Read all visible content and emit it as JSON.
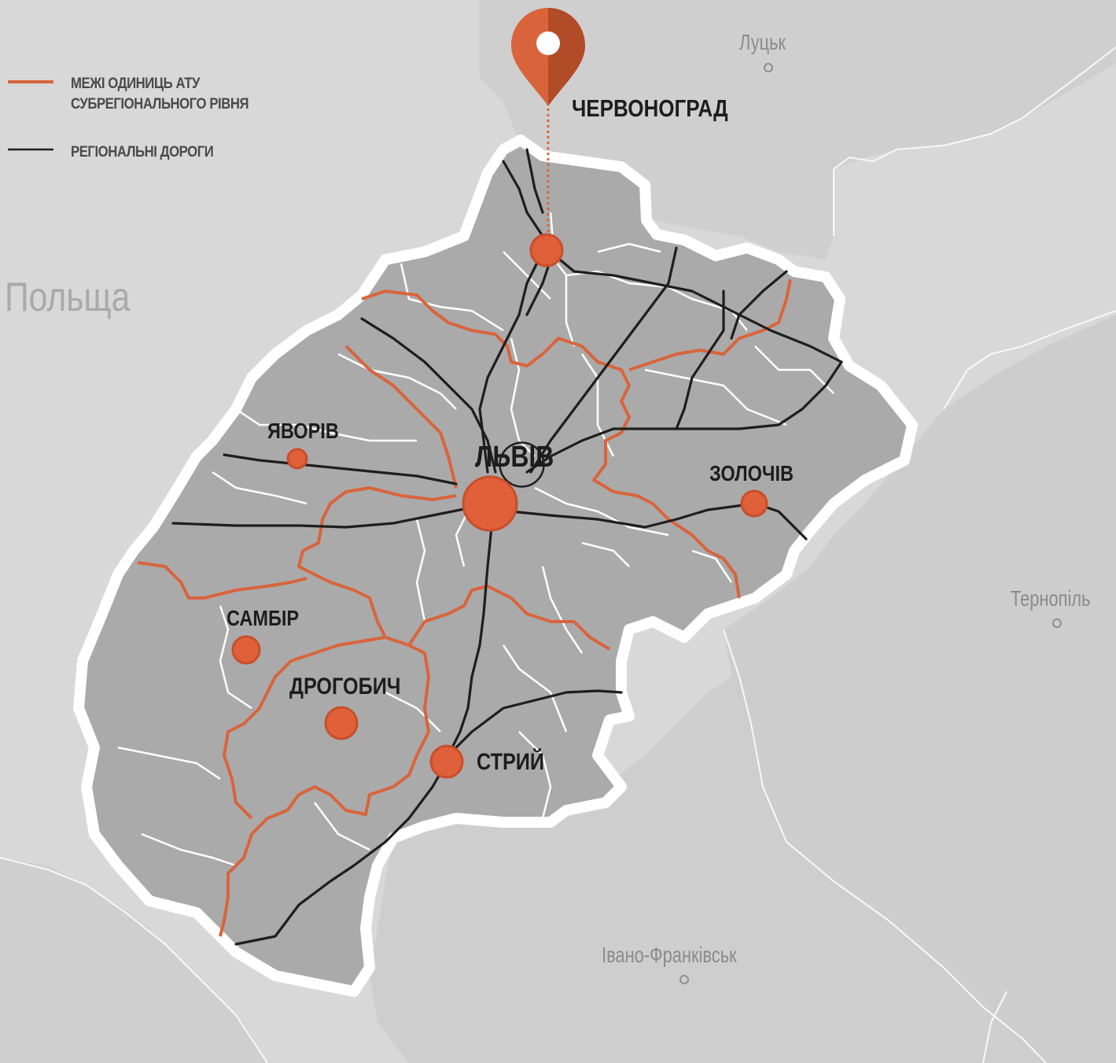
{
  "legend": {
    "ate_boundaries": "МЕЖІ ОДИНИЦЬ АТУ СУБРЕГІОНАЛЬНОГО РІВНЯ",
    "ate_boundaries_line1": "МЕЖІ ОДИНИЦЬ АТУ",
    "ate_boundaries_line2": "СУБРЕГІОНАЛЬНОГО РІВНЯ",
    "regional_roads": "РЕГІОНАЛЬНІ ДОРОГИ"
  },
  "country_label": "Польща",
  "highlighted_city": "ЧЕРВОНОГРАД",
  "cities": {
    "lviv": "ЛЬВІВ",
    "yavoriv": "ЯВОРІВ",
    "zolochiv": "ЗОЛОЧІВ",
    "sambir": "САМБІР",
    "drohobych": "ДРОГОБИЧ",
    "stryi": "СТРИЙ"
  },
  "neighbor_cities": {
    "lutsk": "Луцьк",
    "ternopil": "Тернопіль",
    "ivano_frankivsk": "Івано-Франківськ"
  },
  "colors": {
    "ate_boundary": "#d9643c",
    "road": "#1e1e1e",
    "region_fill": "#a9a9a9",
    "background": "#d8d8d8",
    "marker": "#d9643c"
  },
  "icons": {
    "location_pin": "map-pin-icon",
    "city_marker": "circle-marker-icon"
  }
}
